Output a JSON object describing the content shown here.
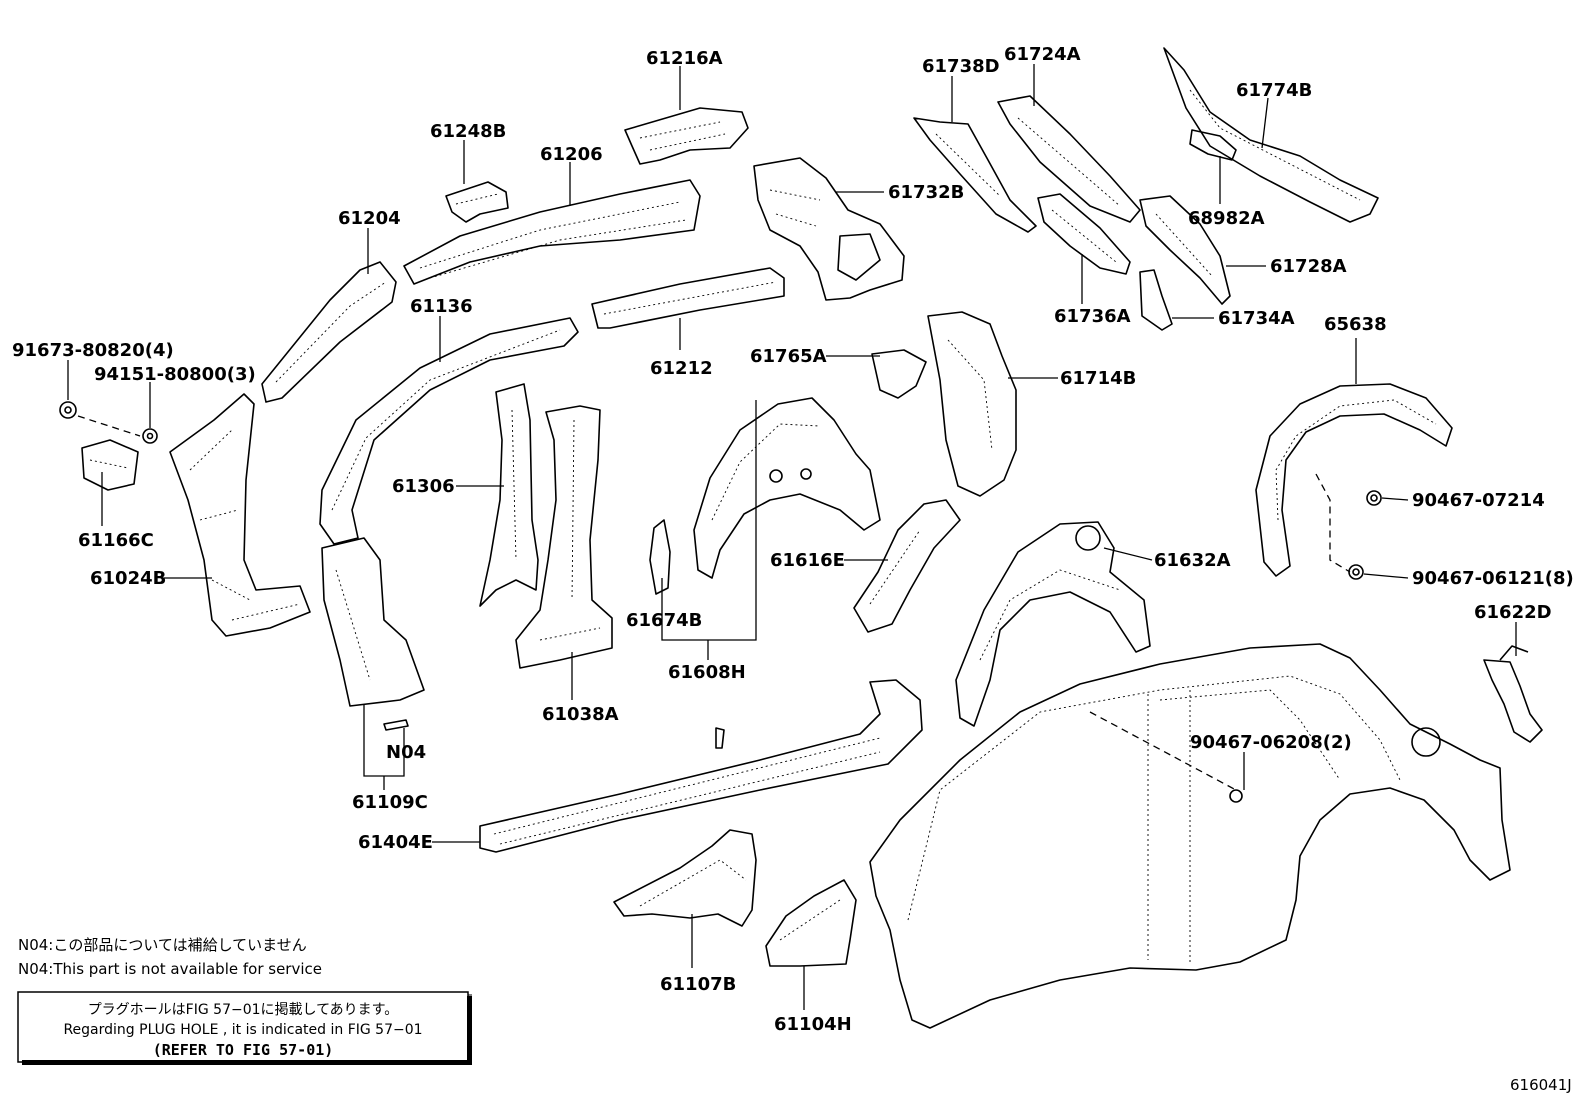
{
  "parts": {
    "p61216A": "61216A",
    "p61248B": "61248B",
    "p61206": "61206",
    "p61204": "61204",
    "p61136": "61136",
    "p61212": "61212",
    "p61738D": "61738D",
    "p61724A": "61724A",
    "p61774B": "61774B",
    "p61732B": "61732B",
    "p68982A": "68982A",
    "p61728A": "61728A",
    "p61736A": "61736A",
    "p61734A": "61734A",
    "p65638": "65638",
    "p91673": "91673-80820(4)",
    "p94151": "94151-80800(3)",
    "p61166C": "61166C",
    "p61024B": "61024B",
    "p61306": "61306",
    "p61765A": "61765A",
    "p61714B": "61714B",
    "p90467_07214": "90467-07214",
    "p90467_06121": "90467-06121(8)",
    "p61616E": "61616E",
    "p61632A": "61632A",
    "p61622D": "61622D",
    "p61674B": "61674B",
    "p61608H": "61608H",
    "p61038A": "61038A",
    "pN04": "N04",
    "p61109C": "61109C",
    "p90467_06208": "90467-06208(2)",
    "p61404E": "61404E",
    "p61107B": "61107B",
    "p61104H": "61104H"
  },
  "notes": {
    "n04_ja": "N04:この部品については補給していません",
    "n04_en": "N04:This part is not available for service"
  },
  "reference_box": {
    "line1": "プラグホールはFIG 57−01に掲載してあります。",
    "line2": "Regarding  PLUG  HOLE , it is indicated in FIG  57−01",
    "line3": "(REFER TO FIG 57-01)"
  },
  "figure_id": "616041J"
}
